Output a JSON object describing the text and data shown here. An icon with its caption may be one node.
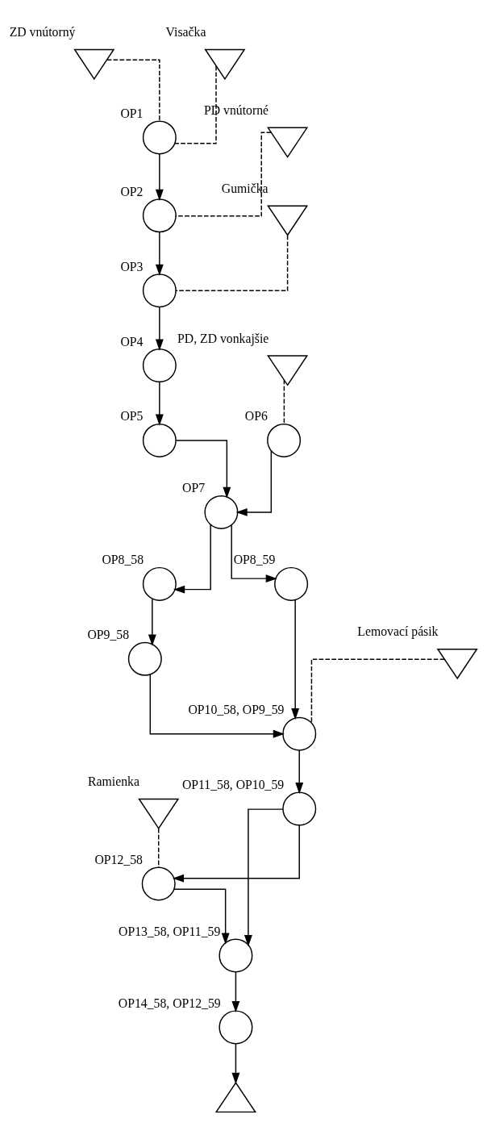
{
  "diagram": {
    "nodes": [
      {
        "text": [],
        "shape": "inverted-triangle",
        "beside": [
          "ZD vnútorný"
        ]
      },
      {
        "text": [],
        "shape": "inverted-triangle",
        "beside": [
          "Visačka"
        ]
      },
      {
        "text": [],
        "shape": "inverted-triangle",
        "beside": [
          "PD vnútorné"
        ]
      },
      {
        "text": [],
        "shape": "circle",
        "beside": [
          "OP1"
        ]
      },
      {
        "text": [],
        "shape": "inverted-triangle",
        "beside": [
          "Gumička"
        ]
      },
      {
        "text": [],
        "shape": "circle",
        "beside": [
          "OP2"
        ]
      },
      {
        "text": [],
        "shape": "circle",
        "beside": [
          "OP3"
        ]
      },
      {
        "text": [],
        "shape": "circle",
        "beside": [
          "OP4"
        ]
      },
      {
        "text": [],
        "shape": "inverted-triangle",
        "beside": [
          "PD, ZD vonkajšie"
        ]
      },
      {
        "text": [],
        "shape": "circle",
        "beside": [
          "OP5"
        ]
      },
      {
        "text": [],
        "shape": "circle",
        "beside": [
          "OP7"
        ]
      },
      {
        "text": [],
        "shape": "circle",
        "beside": [
          "OP6"
        ]
      },
      {
        "text": [],
        "shape": "circle",
        "beside": [
          "OP8_58"
        ]
      },
      {
        "text": [],
        "shape": "circle",
        "beside": [
          "OP8_59"
        ]
      },
      {
        "text": [],
        "shape": "circle",
        "beside": [
          "OP9_58"
        ]
      },
      {
        "text": [],
        "shape": "inverted-triangle",
        "beside": [
          "Lemovací pásik"
        ]
      },
      {
        "text": [],
        "shape": "circle",
        "beside": [
          "OP10_58, OP9_59"
        ]
      },
      {
        "text": [],
        "shape": "circle",
        "beside": [
          "OP11_58, OP10_59"
        ]
      },
      {
        "text": [],
        "shape": "inverted-triangle",
        "beside": [
          "Ramienka"
        ]
      },
      {
        "text": [],
        "shape": "circle",
        "beside": [
          "OP12_58"
        ]
      },
      {
        "text": [],
        "shape": "circle",
        "beside": [
          "OP13_58, OP11_59"
        ]
      },
      {
        "text": [],
        "shape": "circle",
        "beside": [
          "OP14_58, OP12_59"
        ]
      },
      {
        "text": [],
        "shape": "triangle"
      }
    ],
    "edges": [
      {
        "from": 0,
        "to": 3,
        "arrow": "none",
        "style": "dashed"
      },
      {
        "from": 1,
        "to": 3,
        "arrow": "none",
        "style": "dashed"
      },
      {
        "from": 3,
        "to": 5,
        "arrow": "to"
      },
      {
        "from": 2,
        "to": 5,
        "arrow": "none",
        "style": "dashed"
      },
      {
        "from": 5,
        "to": 6,
        "arrow": "to"
      },
      {
        "from": 4,
        "to": 6,
        "arrow": "none",
        "style": "dashed"
      },
      {
        "from": 6,
        "to": 7,
        "arrow": "to"
      },
      {
        "from": 7,
        "to": 9,
        "arrow": "to"
      },
      {
        "from": 9,
        "to": 10,
        "arrow": "to"
      },
      {
        "from": 8,
        "to": 11,
        "arrow": "none",
        "style": "dashed"
      },
      {
        "from": 11,
        "to": 10,
        "arrow": "to"
      },
      {
        "from": 10,
        "to": 12,
        "arrow": "to"
      },
      {
        "from": 10,
        "to": 13,
        "arrow": "to"
      },
      {
        "from": 12,
        "to": 14,
        "arrow": "to"
      },
      {
        "from": 14,
        "to": 16,
        "arrow": "to"
      },
      {
        "from": 13,
        "to": 16,
        "arrow": "to"
      },
      {
        "from": 15,
        "to": 16,
        "arrow": "none",
        "style": "dashed"
      },
      {
        "from": 16,
        "to": 17,
        "arrow": "to"
      },
      {
        "from": 17,
        "to": 19,
        "arrow": "to"
      },
      {
        "from": 17,
        "to": 20,
        "arrow": "to"
      },
      {
        "from": 18,
        "to": 19,
        "arrow": "none",
        "style": "dashed"
      },
      {
        "from": 19,
        "to": 20,
        "arrow": "to"
      },
      {
        "from": 20,
        "to": 21,
        "arrow": "to"
      },
      {
        "from": 21,
        "to": 22,
        "arrow": "to"
      }
    ]
  }
}
